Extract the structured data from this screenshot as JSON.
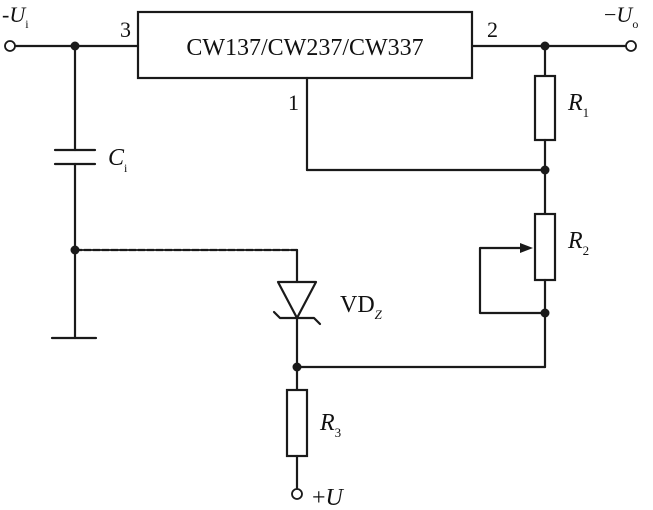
{
  "regulator": {
    "label": "CW137/CW237/CW337",
    "pin_in": "3",
    "pin_out": "2",
    "pin_adj": "1"
  },
  "input": {
    "sign": "-",
    "symbol": "U",
    "subscript": "i"
  },
  "output": {
    "sign": "−",
    "symbol": "U",
    "subscript": "o"
  },
  "capacitor": {
    "symbol": "C",
    "subscript": "i"
  },
  "r1": {
    "symbol": "R",
    "subscript": "1"
  },
  "r2": {
    "symbol": "R",
    "subscript": "2"
  },
  "r3": {
    "symbol": "R",
    "subscript": "3"
  },
  "zener": {
    "symbol": "VD",
    "subscript": "Z"
  },
  "supply": {
    "sign": "+",
    "symbol": "U"
  }
}
